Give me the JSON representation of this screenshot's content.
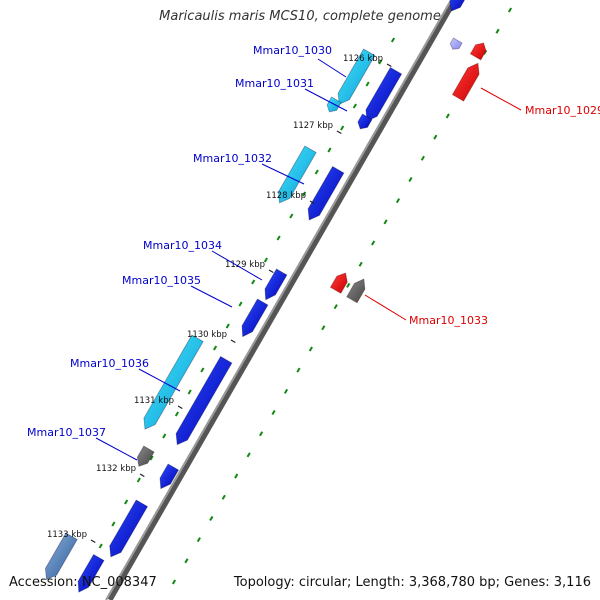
{
  "title": "Maricaulis maris MCS10, complete genome",
  "footer": {
    "accession": "Accession: NC_008347",
    "topology": "Topology: circular; Length: 3,368,780 bp; Genes: 3,116"
  },
  "ticks": [
    {
      "label": "1126 kbp"
    },
    {
      "label": "1127 kbp"
    },
    {
      "label": "1128 kbp"
    },
    {
      "label": "1129 kbp"
    },
    {
      "label": "1130 kbp"
    },
    {
      "label": "1131 kbp"
    },
    {
      "label": "1132 kbp"
    },
    {
      "label": "1133 kbp"
    }
  ],
  "genes": [
    {
      "label": "Mmar10_1029",
      "strand": "reverse",
      "type": "red"
    },
    {
      "label": "Mmar10_1030",
      "strand": "forward",
      "type": "cds"
    },
    {
      "label": "Mmar10_1031",
      "strand": "forward",
      "type": "cds"
    },
    {
      "label": "Mmar10_1032",
      "strand": "forward",
      "type": "cds"
    },
    {
      "label": "Mmar10_1033",
      "strand": "reverse",
      "type": "red"
    },
    {
      "label": "Mmar10_1034",
      "strand": "forward",
      "type": "cds"
    },
    {
      "label": "Mmar10_1035",
      "strand": "forward",
      "type": "cds"
    },
    {
      "label": "Mmar10_1036",
      "strand": "forward",
      "type": "cds"
    },
    {
      "label": "Mmar10_1037",
      "strand": "forward",
      "type": "cds"
    }
  ],
  "colors": {
    "background": "#ffffff",
    "backbone": "#999999",
    "cds": "#0000dd",
    "cds_highlight": "#2ab4e8",
    "red_feature": "#ee0000",
    "grey_feature": "#666666",
    "gc_skew_dots": "#118811",
    "forward_label": "#0000cc",
    "reverse_label": "#dd0000"
  }
}
